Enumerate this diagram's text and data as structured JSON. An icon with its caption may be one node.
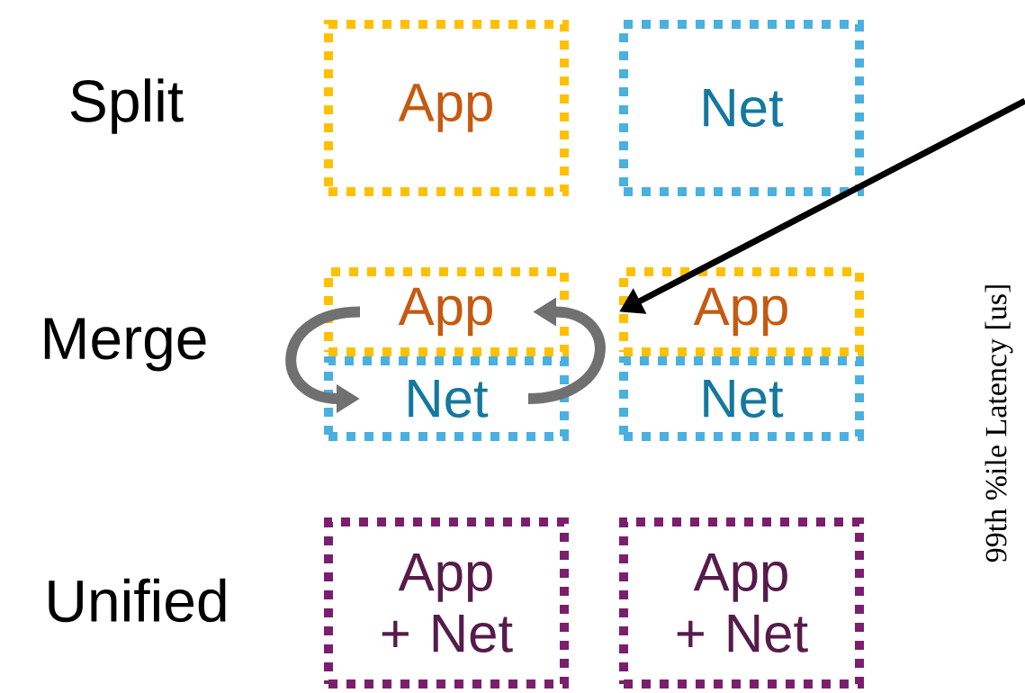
{
  "diagram": {
    "nodes": [
      {
        "text": [
          "App"
        ]
      },
      {
        "text": [
          "Net"
        ]
      },
      {
        "text": [
          "App"
        ]
      },
      {
        "text": [
          "Net"
        ]
      },
      {
        "text": [
          "App"
        ]
      },
      {
        "text": [
          "Net"
        ]
      },
      {
        "text": [
          "App + Net"
        ]
      },
      {
        "text": [
          "App + Net"
        ]
      }
    ],
    "edges": [
      {
        "from": null,
        "to": 4,
        "arrow": "to",
        "color": "#000000"
      },
      {
        "from": 2,
        "to": 3,
        "arrow": "to"
      },
      {
        "from": 3,
        "to": 2,
        "arrow": "to"
      }
    ],
    "labels": [
      "Split",
      "Merge",
      "Unified",
      "99th %ile Latency [us]"
    ]
  }
}
